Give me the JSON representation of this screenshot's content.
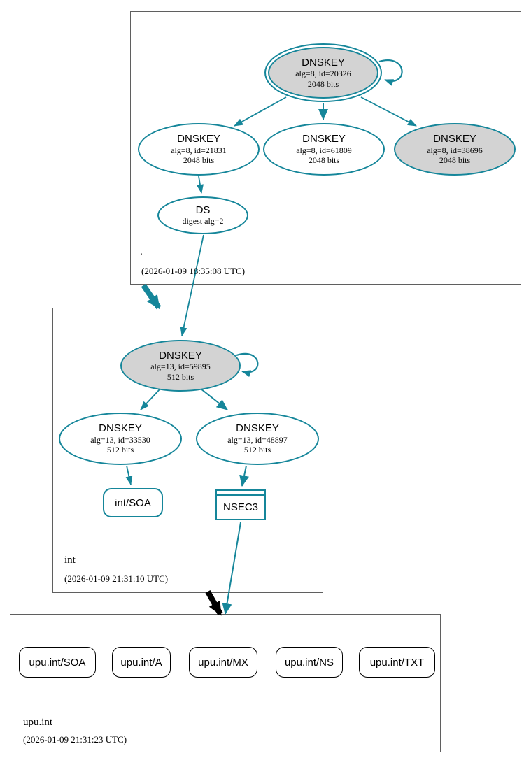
{
  "colors": {
    "edge_teal": "#15869a",
    "node_gray_fill": "#d3d3d3",
    "zone_box_border": "#5f5f5f",
    "insecure_edge_black": "#000000"
  },
  "zones": [
    {
      "label": ".",
      "timestamp": "(2026-01-09 18:35:08 UTC)",
      "ksk": {
        "title": "DNSKEY",
        "alg": "alg=8, id=20326",
        "bits": "2048 bits"
      },
      "keys": [
        {
          "title": "DNSKEY",
          "alg": "alg=8, id=21831",
          "bits": "2048 bits"
        },
        {
          "title": "DNSKEY",
          "alg": "alg=8, id=61809",
          "bits": "2048 bits"
        },
        {
          "title": "DNSKEY",
          "alg": "alg=8, id=38696",
          "bits": "2048 bits"
        }
      ],
      "ds": {
        "title": "DS",
        "detail": "digest alg=2"
      }
    },
    {
      "label": "int",
      "timestamp": "(2026-01-09 21:31:10 UTC)",
      "ksk": {
        "title": "DNSKEY",
        "alg": "alg=13, id=59895",
        "bits": "512 bits"
      },
      "keys": [
        {
          "title": "DNSKEY",
          "alg": "alg=13, id=33530",
          "bits": "512 bits"
        },
        {
          "title": "DNSKEY",
          "alg": "alg=13, id=48897",
          "bits": "512 bits"
        }
      ],
      "soa": "int/SOA",
      "nsec3": "NSEC3"
    },
    {
      "label": "upu.int",
      "timestamp": "(2026-01-09 21:31:23 UTC)",
      "rrsets": [
        "upu.int/SOA",
        "upu.int/A",
        "upu.int/MX",
        "upu.int/NS",
        "upu.int/TXT"
      ]
    }
  ]
}
